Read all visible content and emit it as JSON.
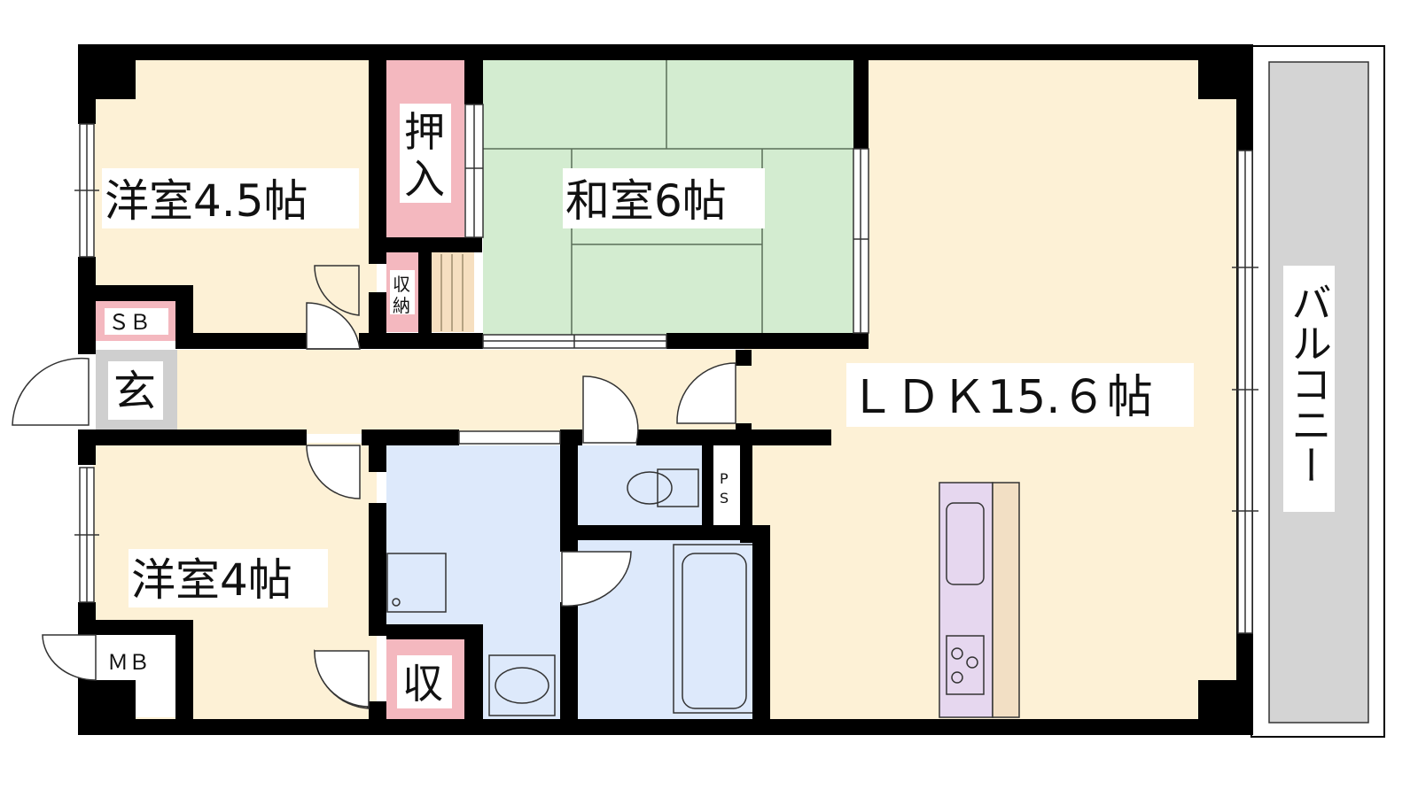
{
  "rooms": {
    "western_room_45": "洋室4.5帖",
    "western_room_4": "洋室4帖",
    "japanese_room": "和室6帖",
    "ldk": "ＬＤＫ15.６帖",
    "balcony": "バルコニー",
    "oshiire": [
      "押",
      "入"
    ],
    "shuno": [
      "収",
      "納"
    ],
    "genkan": "玄",
    "shoe_box": "ＳＢ",
    "meter_box": "ＭＢ",
    "storage": "収",
    "pipe_space": [
      "P",
      "S"
    ]
  },
  "colors": {
    "bedroom_floor": "#fdf1d6",
    "tatami": "#d3ecd0",
    "bathroom": "#dde9fb",
    "closet": "#f4b8bf",
    "entrance": "#cfcfcf",
    "balcony": "#d4d4d4",
    "kitchen": "#e6d7ef",
    "wall": "#000000"
  }
}
